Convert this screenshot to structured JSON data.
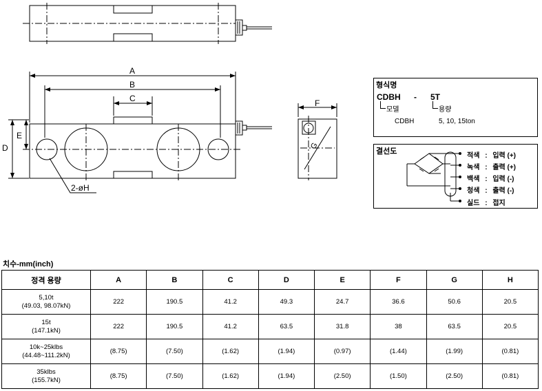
{
  "drawing": {
    "dim_labels": {
      "A": "A",
      "B": "B",
      "C": "C",
      "D": "D",
      "E": "E",
      "F": "F",
      "G": "G",
      "hole": "2-øH"
    }
  },
  "model": {
    "title": "형식명",
    "code": "CDBH",
    "dash": "-",
    "capacity_code": "5T",
    "model_label": "모델",
    "capacity_label": "용량",
    "model_value": "CDBH",
    "capacity_value": "5, 10, 15ton"
  },
  "wiring": {
    "title": "결선도",
    "items": [
      {
        "color": "적색",
        "sep": ":",
        "function": "입력 (+)"
      },
      {
        "color": "녹색",
        "sep": ":",
        "function": "출력 (+)"
      },
      {
        "color": "백색",
        "sep": ":",
        "function": "입력 (-)"
      },
      {
        "color": "청색",
        "sep": ":",
        "function": "출력 (-)"
      },
      {
        "color": "실드",
        "sep": ":",
        "function": "접지"
      }
    ]
  },
  "dimensions": {
    "title": "치수-mm(inch)",
    "headers": [
      "정격 용량",
      "A",
      "B",
      "C",
      "D",
      "E",
      "F",
      "G",
      "H"
    ],
    "rows": [
      {
        "cap1": "5,10t",
        "cap2": "(49.03, 98.07kN)",
        "values": [
          "222",
          "190.5",
          "41.2",
          "49.3",
          "24.7",
          "36.6",
          "50.6",
          "20.5"
        ]
      },
      {
        "cap1": "15t",
        "cap2": "(147.1kN)",
        "values": [
          "222",
          "190.5",
          "41.2",
          "63.5",
          "31.8",
          "38",
          "63.5",
          "20.5"
        ]
      },
      {
        "cap1": "10k~25klbs",
        "cap2": "(44.48~111.2kN)",
        "values": [
          "(8.75)",
          "(7.50)",
          "(1.62)",
          "(1.94)",
          "(0.97)",
          "(1.44)",
          "(1.99)",
          "(0.81)"
        ]
      },
      {
        "cap1": "35klbs",
        "cap2": "(155.7kN)",
        "values": [
          "(8.75)",
          "(7.50)",
          "(1.62)",
          "(1.94)",
          "(2.50)",
          "(1.50)",
          "(2.50)",
          "(0.81)"
        ]
      }
    ]
  }
}
